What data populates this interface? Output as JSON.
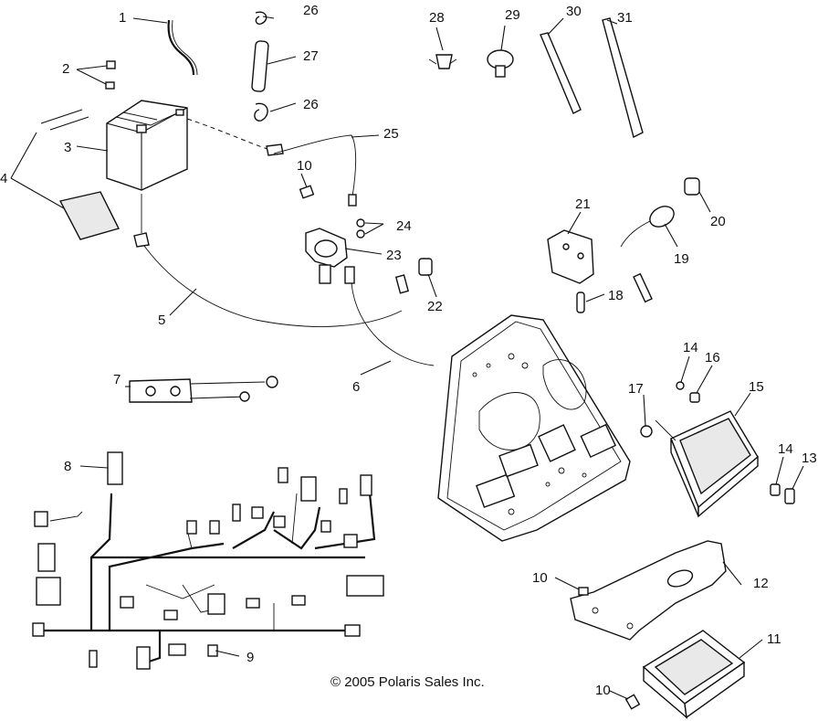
{
  "diagram": {
    "copyright": "© 2005 Polaris Sales Inc.",
    "callouts": {
      "c1": "1",
      "c2": "2",
      "c3": "3",
      "c4": "4",
      "c5": "5",
      "c6": "6",
      "c7": "7",
      "c8": "8",
      "c9": "9",
      "c10a": "10",
      "c10b": "10",
      "c10c": "10",
      "c11": "11",
      "c12": "12",
      "c13": "13",
      "c14a": "14",
      "c14b": "14",
      "c15": "15",
      "c16": "16",
      "c17": "17",
      "c18": "18",
      "c19": "19",
      "c20": "20",
      "c21": "21",
      "c22": "22",
      "c23": "23",
      "c24": "24",
      "c25": "25",
      "c26a": "26",
      "c26b": "26",
      "c27": "27",
      "c28": "28",
      "c29": "29",
      "c30": "30",
      "c31": "31"
    }
  }
}
